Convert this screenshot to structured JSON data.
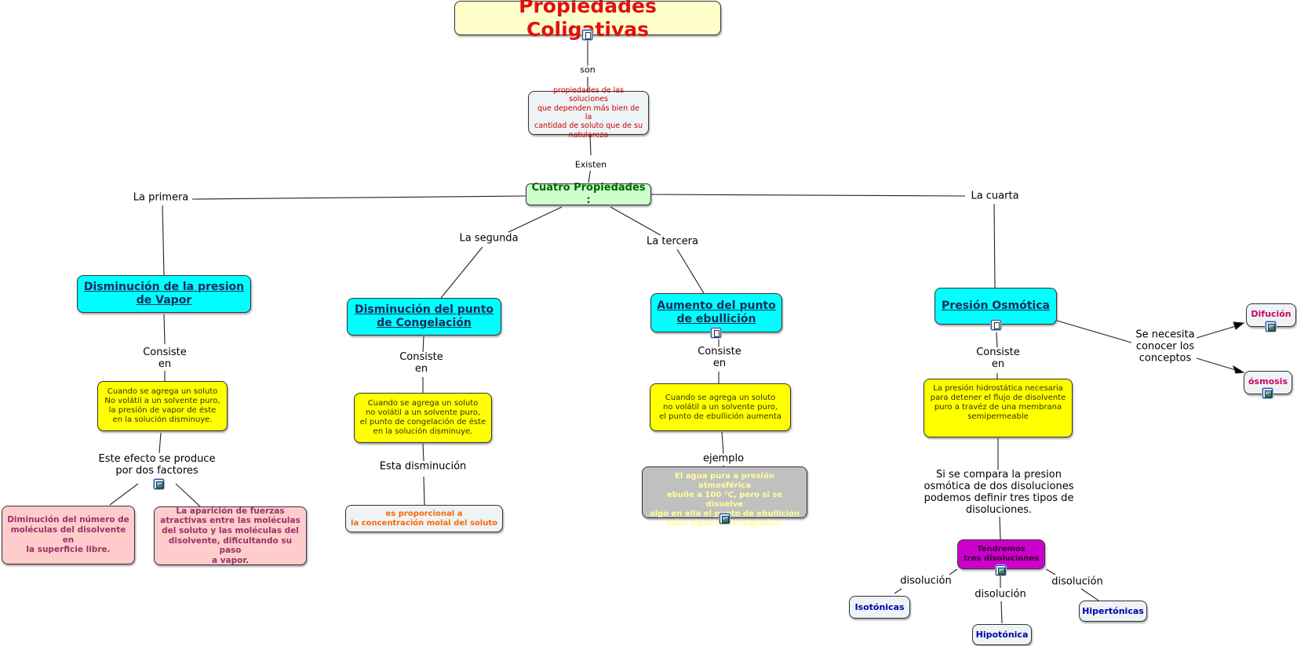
{
  "title": "Propiedades Coligativas",
  "link_son": "son",
  "definition": "propiedades de las soluciones\nque dependen más bien de la\ncantidad de soluto que de su\nnatulareza",
  "link_existen": "Existen",
  "cuatro": "Cuatro Propiedades :",
  "links": {
    "primera": "La primera",
    "segunda": "La segunda",
    "tercera": "La tercera",
    "cuarta": "La cuarta",
    "consiste": "Consiste\nen",
    "efecto": "Este efecto se produce\npor dos factores",
    "disminucion": "Esta disminución",
    "ejemplo": "ejemplo",
    "se_necesita": "Se necesita\nconocer los\nconceptos",
    "si_compara": "Si se compara la presion\nosmótica de dos disoluciones\npodemos definir tres tipos de\ndisoluciones.",
    "disolucion": "disolución"
  },
  "properties": {
    "vapor": "Disminución de la presion\nde Vapor",
    "congelacion": "Disminución del punto \nde Congelación",
    "ebullicion": "Aumento del punto\nde ebullición",
    "osmotica": "Presión Osmótica"
  },
  "desc": {
    "vapor": "Cuando se agrega un soluto\nNo volátil a un solvente puro,\nla presión de vapor de éste\nen la solución disminuye.",
    "congelacion": "Cuando se agrega un soluto\nno volátil a un solvente puro,\nel punto de congelación de éste\nen la solución disminuye.",
    "ebullicion": "Cuando se agrega un soluto\nno volátil a un solvente puro,\nel punto de ebullición aumenta",
    "osmotica": "La presión hidrostática necesaria\npara detener el flujo de disolvente\npuro a travéz de una membrana\nsemipermeable"
  },
  "factors": {
    "f1": "Diminución del número de\nmoléculas del disolvente en\nla superficie libre.",
    "f2": "La aparición de fuerzas\natractivas entre las moléculas\ndel soluto y las moléculas del\ndisolvente, dificultando su paso\na vapor."
  },
  "proporcional": "es proporcional a\nla concentración molal del soluto",
  "ejemplo_text": "El agua pura a presión atmosférica\nebulle a 100 °C, pero si se disuelve\nalgo en ella el punto de ebullición\nsube algunos centigrados.",
  "concepts": {
    "difusion": "Difución",
    "osmosis": "ósmosis"
  },
  "tendremos": "Tendremos\ntres disoluciones",
  "solutions": {
    "isotonicas": "Isotónicas",
    "hipotonica": "Hipotónica",
    "hipertonicas": "Hipertónicas"
  },
  "colors": {
    "title_bg": "#ffffcc",
    "title_text": "#e01010",
    "property_bg": "#00ffff",
    "description_bg": "#ffff00",
    "factor_bg": "#ffcccc",
    "example_bg": "#c0c0c0",
    "tendremos_bg": "#cc00cc",
    "cuatro_bg": "#ccffcc"
  },
  "icons": [
    "document-icon",
    "image-icon"
  ]
}
